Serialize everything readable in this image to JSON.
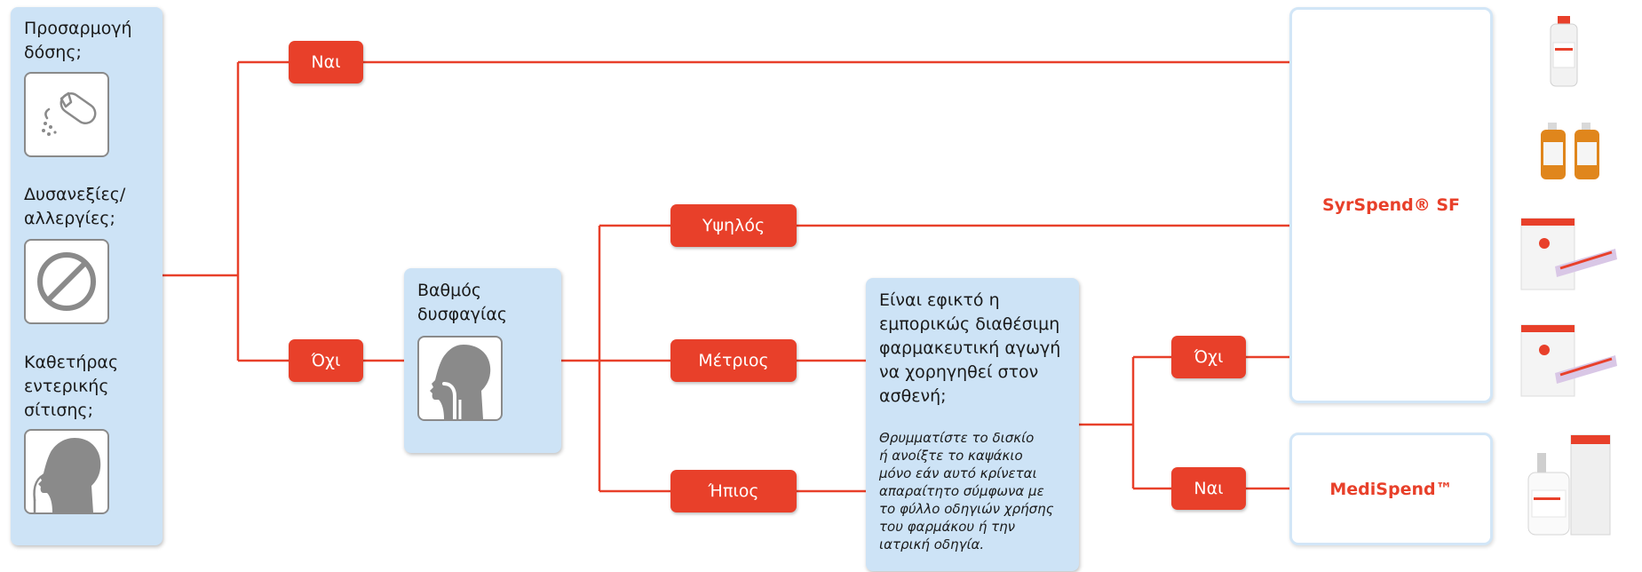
{
  "criteria": {
    "dose_adjustment": "Προσαρμογή δόσης;",
    "dose_adjustment_line1": "Προσαρμογή",
    "dose_adjustment_line2": "δόσης;",
    "intolerance_line1": "Δυσανεξίες/",
    "intolerance_line2": "αλλεργίες;",
    "feeding_tube_line1": "Καθετήρας",
    "feeding_tube_line2": "εντερικής",
    "feeding_tube_line3": "σίτισης;",
    "icons": [
      "broken-capsule-icon",
      "prohibition-icon",
      "feeding-tube-person-icon"
    ]
  },
  "decision_top": {
    "yes": "Ναι",
    "no": "Όχι"
  },
  "dysphagia": {
    "title_line1": "Βαθμός",
    "title_line2": "δυσφαγίας",
    "icon": "throat-profile-icon",
    "levels": {
      "high": "Υψηλός",
      "moderate": "Μέτριος",
      "mild": "Ήπιος"
    }
  },
  "question": {
    "lines": [
      "Είναι εφικτό η",
      "εμπορικώς διαθέσιμη",
      "φαρμακευτική αγωγή",
      "να χορηγηθεί στον",
      "ασθενή;"
    ],
    "note_lines": [
      "Θρυμματίστε το δισκίο",
      "ή ανοίξτε το καψάκιο",
      "μόνο εάν αυτό κρίνεται",
      "απαραίτητο σύμφωνα με",
      "το φύλλο οδηγιών χρήσης",
      "του φαρμάκου ή την",
      "ιατρική οδηγία."
    ],
    "answers": {
      "no": "Όχι",
      "yes": "Ναι"
    }
  },
  "products": {
    "syrspend": "SyrSpend® SF",
    "medispend": "MediSpend™"
  },
  "colors": {
    "accent": "#e8402a",
    "panel": "#cde3f6",
    "product_border": "#d2e6f7",
    "icon_grey": "#8a8a8a"
  }
}
